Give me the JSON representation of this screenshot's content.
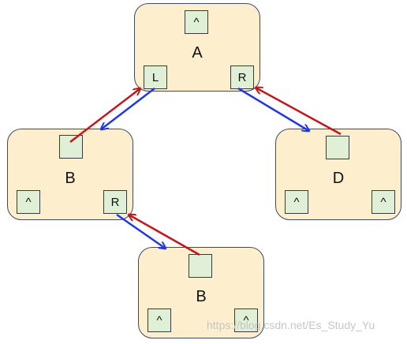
{
  "colors": {
    "node_fill": "#fdeecd",
    "slot_fill": "#dff0d6",
    "border": "#3c4a5e",
    "parent_link": "#c0181c",
    "child_link": "#1f38e6"
  },
  "nodes": {
    "a": {
      "label": "A",
      "parent_slot": "^",
      "left_slot": "L",
      "right_slot": "R"
    },
    "b1": {
      "label": "B",
      "parent_slot": "",
      "left_slot": "^",
      "right_slot": "R"
    },
    "d": {
      "label": "D",
      "parent_slot": "",
      "left_slot": "^",
      "right_slot": "^"
    },
    "b2": {
      "label": "B",
      "parent_slot": "",
      "left_slot": "^",
      "right_slot": "^"
    }
  },
  "edges": [
    {
      "from": "a.left_slot",
      "to": "b1",
      "kind": "child_link"
    },
    {
      "from": "b1.parent_slot",
      "to": "a.left_slot",
      "kind": "parent_link"
    },
    {
      "from": "a.right_slot",
      "to": "d",
      "kind": "child_link"
    },
    {
      "from": "d.parent_slot",
      "to": "a.right_slot",
      "kind": "parent_link"
    },
    {
      "from": "b1.right_slot",
      "to": "b2",
      "kind": "child_link"
    },
    {
      "from": "b2.parent_slot",
      "to": "b1.right_slot",
      "kind": "parent_link"
    }
  ],
  "watermark": "https://blog.csdn.net/Es_Study_Yu"
}
